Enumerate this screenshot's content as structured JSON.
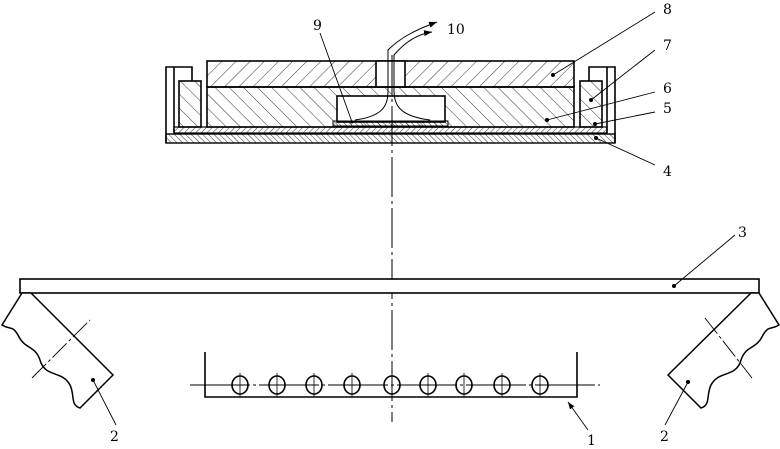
{
  "labels": {
    "l1": "1",
    "l2a": "2",
    "l2b": "2",
    "l3": "3",
    "l4": "4",
    "l5": "5",
    "l6": "6",
    "l7": "7",
    "l8": "8",
    "l9": "9",
    "l10": "10"
  },
  "colors": {
    "line": "#000000",
    "background": "#ffffff"
  }
}
